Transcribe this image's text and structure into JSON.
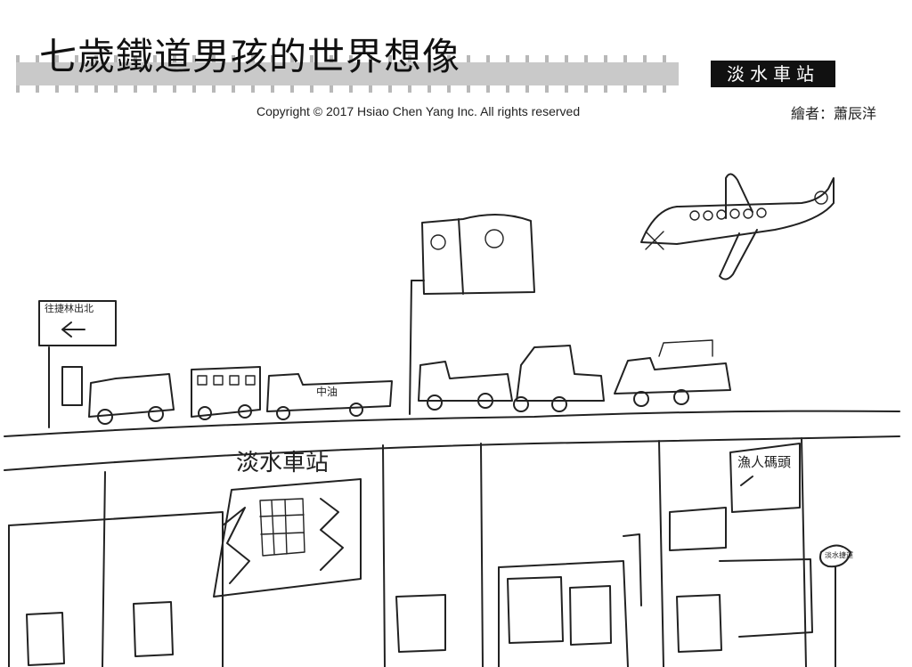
{
  "header": {
    "title": "七歲鐵道男孩的世界想像",
    "station_badge": "淡水車站",
    "copyright": "Copyright © 2017 Hsiao Chen Yang Inc. All rights reserved",
    "artist": "繪者：蕭辰洋"
  },
  "drawing": {
    "signs": {
      "left_sign": "往捷林出北",
      "station_sign": "淡水車站",
      "right_sign": "漁人碼頭",
      "bus_stop": "淡水捷運",
      "truck_label": "中油"
    }
  }
}
